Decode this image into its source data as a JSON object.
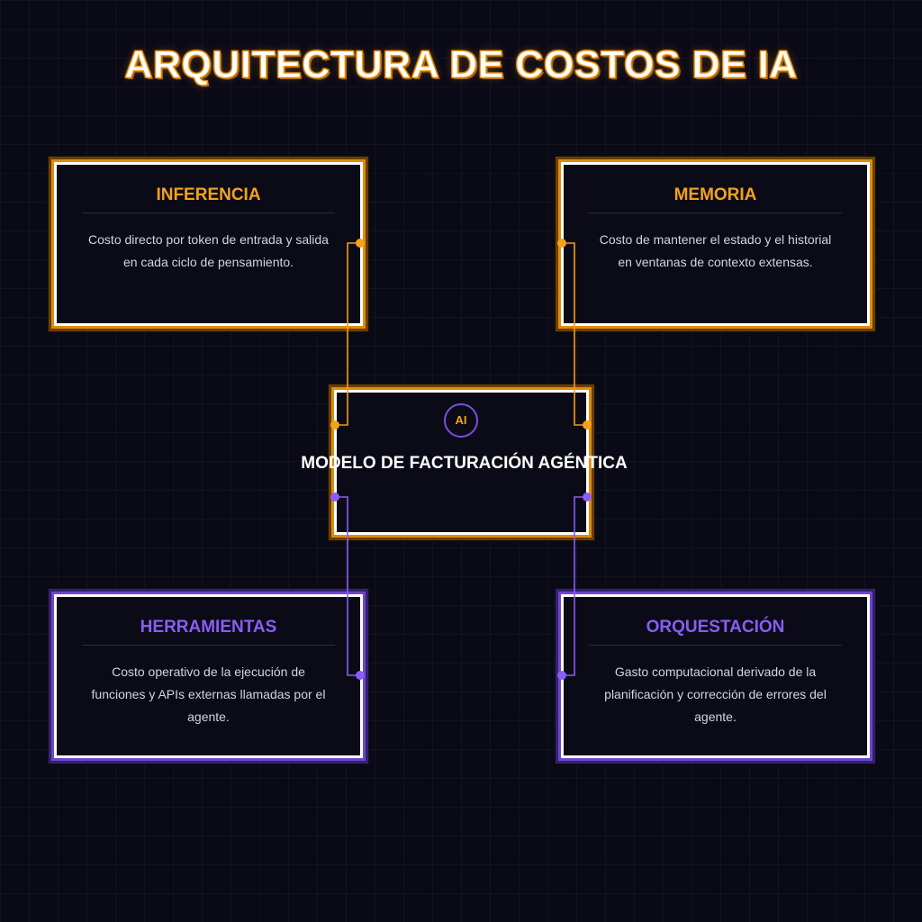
{
  "title": "ARQUITECTURA DE COSTOS DE IA",
  "center": {
    "badge": "AI",
    "label": "MODELO DE FACTURACIÓN AGÉNTICA"
  },
  "cards": {
    "inferencia": {
      "title": "INFERENCIA",
      "line1": "Costo directo por token de entrada y salida",
      "line2": "en cada ciclo de pensamiento."
    },
    "memoria": {
      "title": "MEMORIA",
      "line1": "Costo de mantener el estado y el historial",
      "line2": "en ventanas de contexto extensas."
    },
    "herramientas": {
      "title": "HERRAMIENTAS",
      "line1": "Costo operativo de la ejecución de",
      "line2": "funciones y APIs externas llamadas por el",
      "line3": "agente."
    },
    "orquestacion": {
      "title": "ORQUESTACIÓN",
      "line1": "Gasto computacional derivado de la",
      "line2": "planificación y corrección de errores del",
      "line3": "agente."
    }
  },
  "colors": {
    "accent_orange": "#f5a21a",
    "accent_purple": "#8b5cf6",
    "background": "#0a0a17"
  }
}
